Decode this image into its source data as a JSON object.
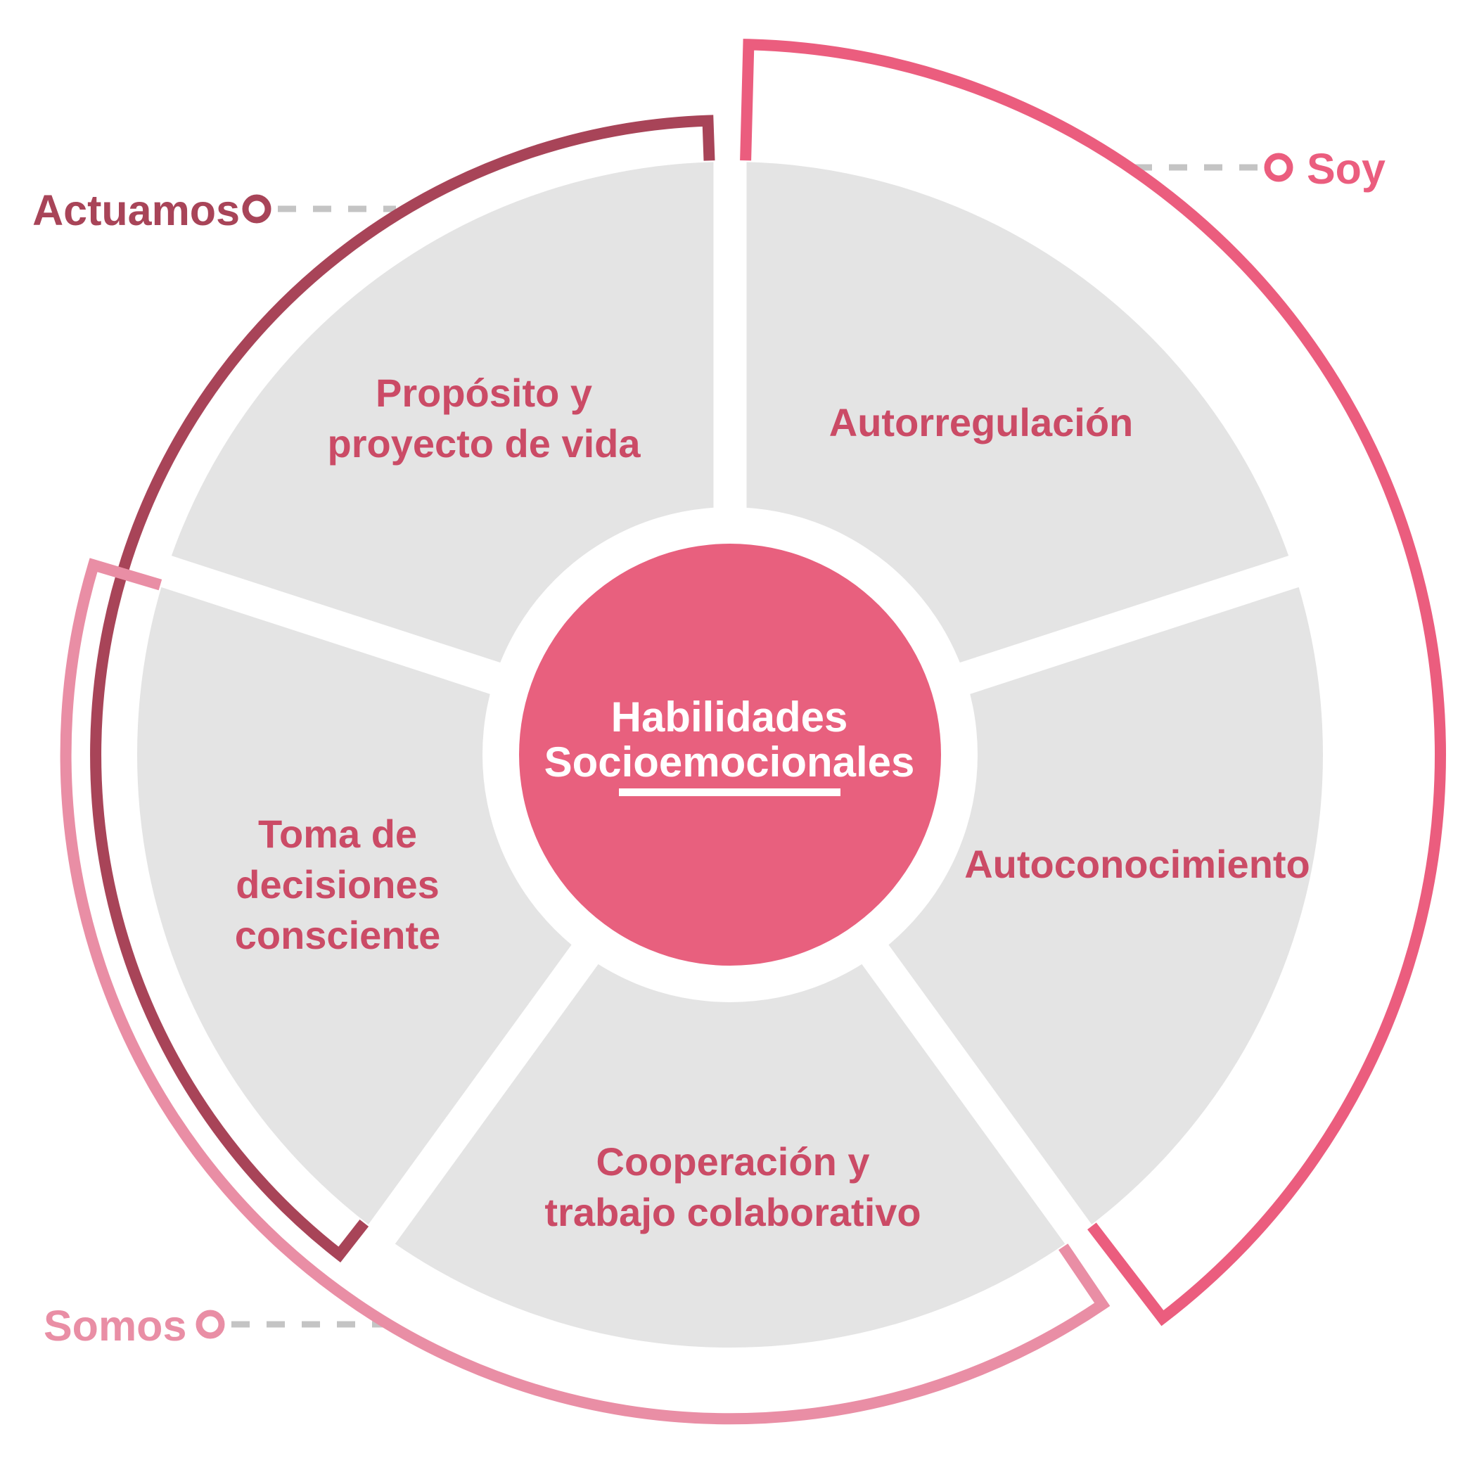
{
  "diagram_title": {
    "line1": "Habilidades",
    "line2": "Socioemocionales"
  },
  "segments": [
    {
      "name": "proposito-y-proyecto-de-vida",
      "lines": [
        "Propósito y",
        "proyecto de vida"
      ]
    },
    {
      "name": "autorregulacion",
      "lines": [
        "Autorregulación"
      ]
    },
    {
      "name": "autoconocimiento",
      "lines": [
        "Autoconocimiento"
      ]
    },
    {
      "name": "cooperacion-y-trabajo-colaborativo",
      "lines": [
        "Cooperación y",
        "trabajo colaborativo"
      ]
    },
    {
      "name": "toma-de-decisiones-consciente",
      "lines": [
        "Toma de",
        "decisiones",
        "consciente"
      ]
    }
  ],
  "dimension_labels": [
    {
      "name": "actuamos",
      "text": "Actuamos",
      "color": "#A84458"
    },
    {
      "name": "soy",
      "text": "Soy",
      "color": "#EB5D7E"
    },
    {
      "name": "somos",
      "text": "Somos",
      "color": "#E98EA5"
    }
  ],
  "colors": {
    "center_circle": "#E8607E",
    "segment_fill": "#E4E4E4",
    "segment_label": "#CB4B66",
    "actuamos_arc": "#A84458",
    "soy_arc": "#EB5D7E",
    "somos_arc": "#E98EA5",
    "connector_dash": "#C4C4C4",
    "background": "#FFFFFF"
  }
}
